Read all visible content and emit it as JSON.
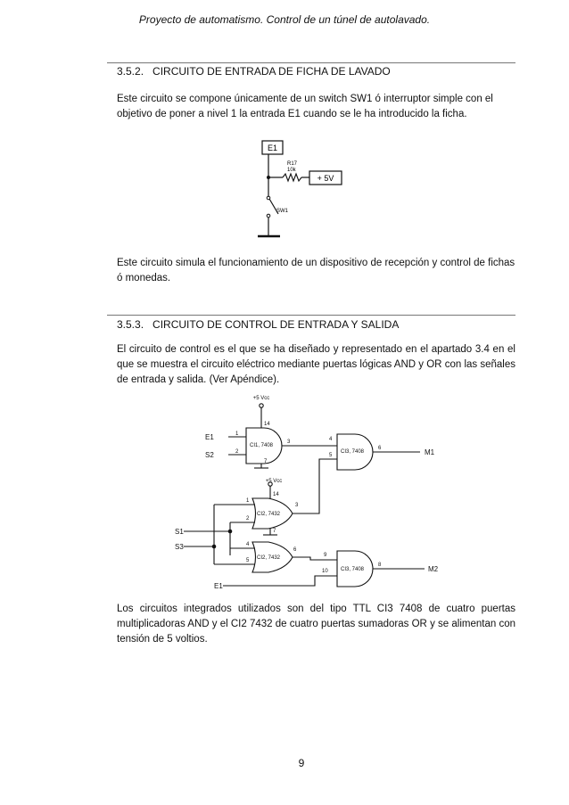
{
  "header": "Proyecto de automatismo. Control de un túnel de autolavado.",
  "section1": {
    "number": "3.5.2.",
    "title": "CIRCUITO DE ENTRADA DE FICHA DE LAVADO",
    "para1": "Este circuito se compone únicamente de un switch SW1 ó interruptor simple con el objetivo de poner a nivel 1 la entrada E1 cuando se le ha introducido la ficha.",
    "para2": "Este circuito simula el funcionamiento de un dispositivo de recepción y control de fichas ó monedas."
  },
  "diagram1": {
    "e1": "E1",
    "r17": "R17",
    "r17_value": "10k",
    "supply": "+ 5V",
    "sw1": "SW1"
  },
  "section2": {
    "number": "3.5.3.",
    "title": "CIRCUITO DE CONTROL DE ENTRADA Y SALIDA",
    "para1": "El circuito de control es el que se ha diseñado y representado en el apartado 3.4 en el que se muestra el circuito eléctrico mediante puertas lógicas AND y OR con las señales de entrada y salida. (Ver Apéndice).",
    "para2": "Los circuitos integrados utilizados son del tipo TTL CI3 7408 de cuatro puertas multiplicadoras AND y el CI2 7432 de cuatro puertas sumadoras OR y se alimentan con tensión de 5 voltios."
  },
  "diagram2": {
    "vcc1": "+5 Vcc",
    "vcc2": "+5 Vcc",
    "e1": "E1",
    "s2": "S2",
    "s1": "S1",
    "s3": "S3",
    "e1_bottom": "E1",
    "m1": "M1",
    "m2": "M2",
    "and1_label": "CI1, 7408",
    "and2_label": "CI3, 7408",
    "and3_label": "CI3, 7408",
    "or1_label": "CI2, 7432",
    "or2_label": "CI2, 7432",
    "pin14a": "14",
    "pin14b": "14",
    "pin7a": "7",
    "pin7b": "7",
    "p1": "1",
    "p2": "2",
    "p3": "3",
    "p4": "4",
    "p5": "5",
    "p6": "6",
    "q1": "1",
    "q2": "2",
    "q3": "3",
    "q4": "4",
    "q5": "5",
    "q6": "6",
    "p9": "9",
    "p10": "10",
    "p8": "8"
  },
  "page_number": "9"
}
